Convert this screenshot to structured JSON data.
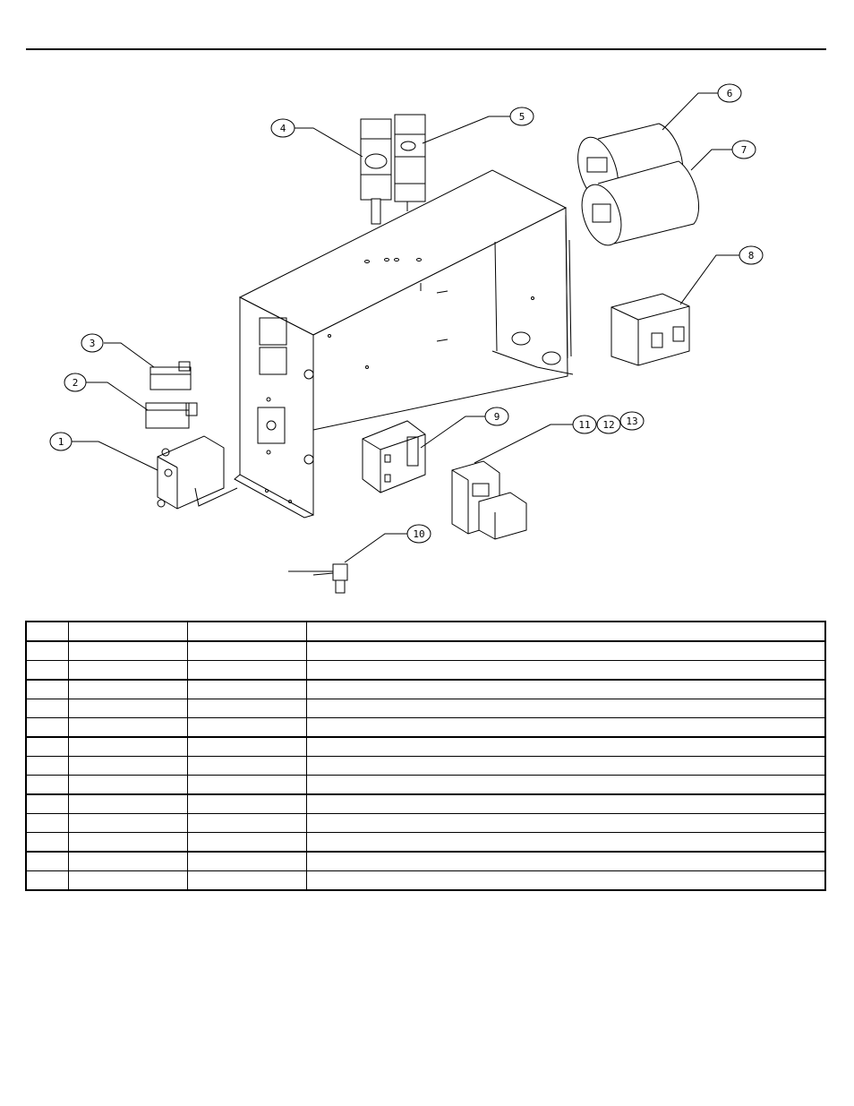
{
  "callouts": [
    {
      "id": "1",
      "label": "1"
    },
    {
      "id": "2",
      "label": "2"
    },
    {
      "id": "3",
      "label": "3"
    },
    {
      "id": "4",
      "label": "4"
    },
    {
      "id": "5",
      "label": "5"
    },
    {
      "id": "6",
      "label": "6"
    },
    {
      "id": "7",
      "label": "7"
    },
    {
      "id": "8",
      "label": "8"
    },
    {
      "id": "9",
      "label": "9"
    },
    {
      "id": "10",
      "label": "10"
    },
    {
      "id": "11",
      "label": "11"
    },
    {
      "id": "12",
      "label": "12"
    },
    {
      "id": "13",
      "label": "13"
    }
  ],
  "parts_table": {
    "rows": [
      [
        "",
        "",
        "",
        ""
      ],
      [
        "",
        "",
        "",
        ""
      ],
      [
        "",
        "",
        "",
        ""
      ],
      [
        "",
        "",
        "",
        ""
      ],
      [
        "",
        "",
        "",
        ""
      ],
      [
        "",
        "",
        "",
        ""
      ],
      [
        "",
        "",
        "",
        ""
      ],
      [
        "",
        "",
        "",
        ""
      ],
      [
        "",
        "",
        "",
        ""
      ],
      [
        "",
        "",
        "",
        ""
      ],
      [
        "",
        "",
        "",
        ""
      ],
      [
        "",
        "",
        "",
        ""
      ],
      [
        "",
        "",
        "",
        ""
      ],
      [
        "",
        "",
        "",
        ""
      ]
    ]
  }
}
